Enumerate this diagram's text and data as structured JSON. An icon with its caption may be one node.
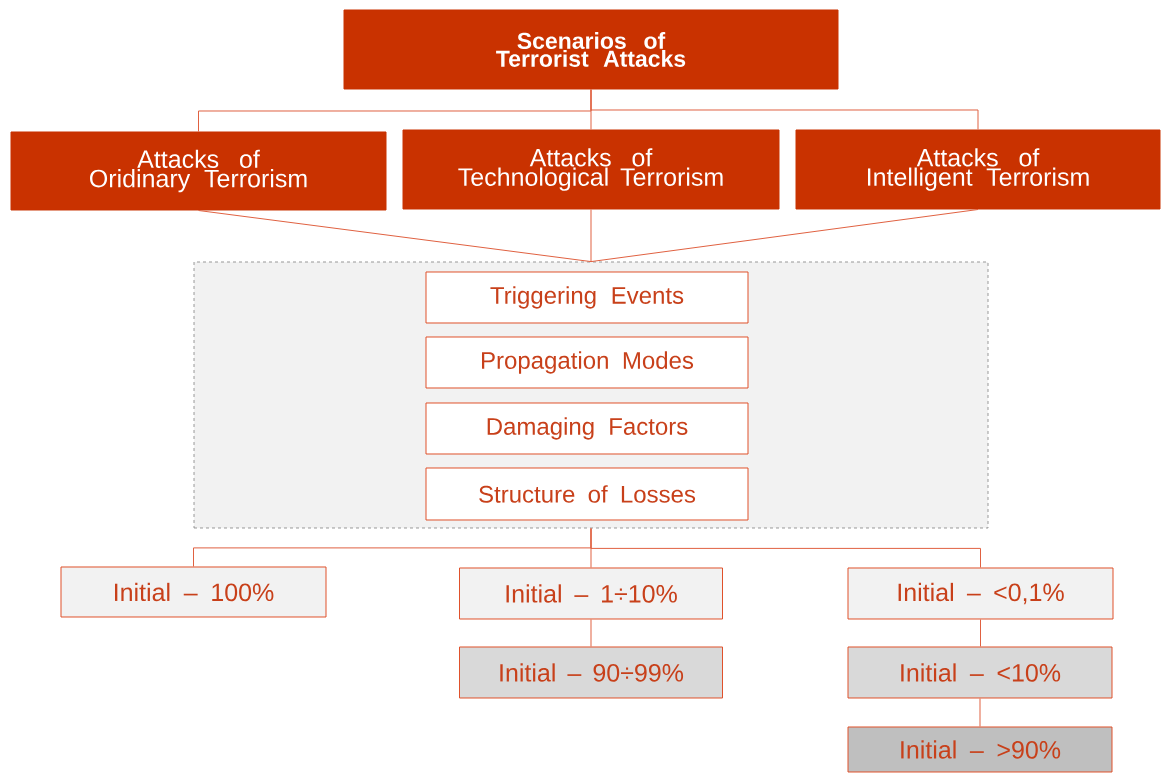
{
  "diagram": {
    "nodes": [
      {
        "text": [
          "Scenarios of Terrorist Attacks"
        ]
      },
      {
        "text": [
          "Attacks of Oridinary Terrorism"
        ]
      },
      {
        "text": [
          "Attacks of Technological Terrorism"
        ]
      },
      {
        "text": [
          "Attacks of Intelligent Terrorism"
        ]
      },
      {
        "text": [],
        "shape": "box"
      },
      {
        "text": [
          "Triggering Events"
        ],
        "in": 4
      },
      {
        "text": [
          "Propagation Modes"
        ],
        "in": 4
      },
      {
        "text": [
          "Damaging Factors"
        ],
        "in": 4
      },
      {
        "text": [
          "Structure of Losses"
        ],
        "in": 4
      },
      {
        "text": [
          "Initial – 100%"
        ]
      },
      {
        "text": [
          "Initial – 1÷10%"
        ]
      },
      {
        "text": [
          "Initial – 90÷99%"
        ]
      },
      {
        "text": [
          "Initial – <0,1%"
        ]
      },
      {
        "text": [
          "Initial – <10%"
        ]
      },
      {
        "text": [
          "Initial – >90%"
        ]
      }
    ],
    "edges": [
      {
        "from": 0,
        "to": 1,
        "arrow": "none"
      },
      {
        "from": 0,
        "to": 2,
        "arrow": "none"
      },
      {
        "from": 0,
        "to": 3,
        "arrow": "none"
      },
      {
        "from": 1,
        "to": 4,
        "arrow": "none"
      },
      {
        "from": 2,
        "to": 4,
        "arrow": "none"
      },
      {
        "from": 3,
        "to": 4,
        "arrow": "none"
      },
      {
        "from": 4,
        "to": 9,
        "arrow": "none"
      },
      {
        "from": 4,
        "to": 10,
        "arrow": "none"
      },
      {
        "from": 4,
        "to": 12,
        "arrow": "none"
      },
      {
        "from": 10,
        "to": 11,
        "arrow": "none"
      },
      {
        "from": 12,
        "to": 13,
        "arrow": "none"
      },
      {
        "from": 13,
        "to": 14,
        "arrow": "none"
      }
    ]
  }
}
